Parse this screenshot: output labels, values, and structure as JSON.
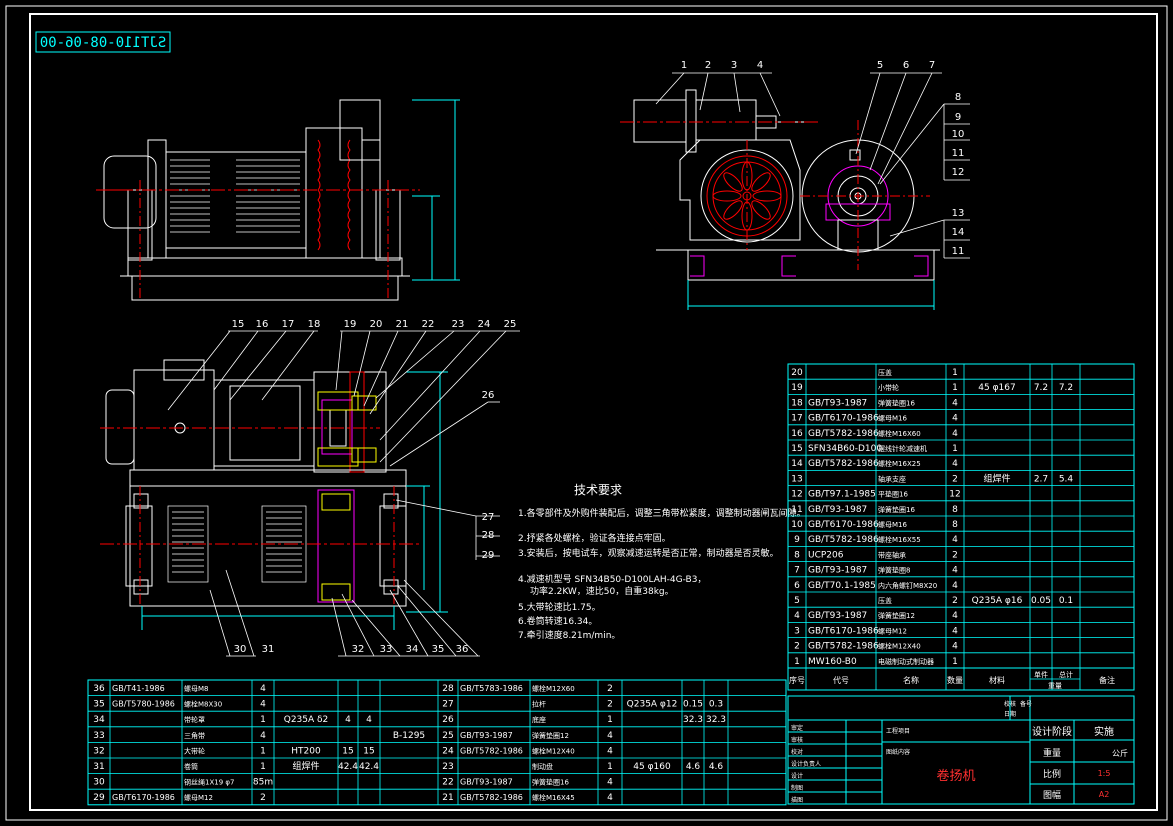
{
  "drawing_number": "SJT110-08-06-00",
  "title": "卷扬机",
  "colors": {
    "background": "#000000",
    "frame": "#ffffff",
    "table": "#00ffff",
    "outline": "#ffffff",
    "center_line": "#ff0000",
    "dimension": "#00ffff",
    "part_green": "#00ff00",
    "part_yellow": "#ffff00",
    "part_magenta": "#ff00ff",
    "text_green": "#00ff00",
    "text_white": "#ffffff",
    "text_red": "#ff3030"
  },
  "leader_numbers": {
    "top_right_view": [
      "1",
      "2",
      "3",
      "4",
      "5",
      "6",
      "7"
    ],
    "side_right_view": [
      "8",
      "9",
      "10",
      "11",
      "12",
      "13",
      "14",
      "11"
    ],
    "plan_top": [
      "15",
      "16",
      "17",
      "18",
      "19",
      "20",
      "21",
      "22",
      "23",
      "24",
      "25"
    ],
    "plan_right": [
      "26",
      "27",
      "28",
      "29"
    ],
    "plan_bottom": [
      "30",
      "31",
      "32",
      "33",
      "34",
      "35",
      "36"
    ]
  },
  "tech_requirements": {
    "heading": "技术要求",
    "items": [
      "1.各零部件及外购件装配后，调整三角带松紧度，调整制动器闸瓦间隙。",
      "2.抒紧各处螺栓，验证各连接点牢固。",
      "3.安装后，按电试车，观察减速运转是否正常，制动器是否灵敏。",
      "4.减速机型号 SFN34B50-D100LAH-4G-B3，",
      "功率2.2KW，速比50，自重38kg。",
      "5.大带轮速比1.75。",
      "6.卷筒转速16.34。",
      "7.牵引速度8.21m/min。"
    ]
  },
  "bom_right": {
    "rows": [
      {
        "no": "20",
        "code": "",
        "name": "压盖",
        "qty": "1",
        "material": "",
        "unit": "",
        "total": "",
        "remark": ""
      },
      {
        "no": "19",
        "code": "",
        "name": "小带轮",
        "qty": "1",
        "material": "45 φ167",
        "unit": "7.2",
        "total": "7.2",
        "remark": ""
      },
      {
        "no": "18",
        "code": "GB/T93-1987",
        "name": "弹簧垫圈16",
        "qty": "4",
        "material": "",
        "unit": "",
        "total": "",
        "remark": ""
      },
      {
        "no": "17",
        "code": "GB/T6170-1986",
        "name": "螺母M16",
        "qty": "4",
        "material": "",
        "unit": "",
        "total": "",
        "remark": ""
      },
      {
        "no": "16",
        "code": "GB/T5782-1986",
        "name": "螺栓M16X60",
        "qty": "4",
        "material": "",
        "unit": "",
        "total": "",
        "remark": ""
      },
      {
        "no": "15",
        "code": "SFN34B60-D100",
        "name": "摆线针轮减速机",
        "qty": "1",
        "material": "",
        "unit": "",
        "total": "",
        "remark": ""
      },
      {
        "no": "14",
        "code": "GB/T5782-1986",
        "name": "螺栓M16X25",
        "qty": "4",
        "material": "",
        "unit": "",
        "total": "",
        "remark": ""
      },
      {
        "no": "13",
        "code": "",
        "name": "轴承支座",
        "qty": "2",
        "material": "组焊件",
        "unit": "2.7",
        "total": "5.4",
        "remark": ""
      },
      {
        "no": "12",
        "code": "GB/T97.1-1985",
        "name": "平垫圈16",
        "qty": "12",
        "material": "",
        "unit": "",
        "total": "",
        "remark": ""
      },
      {
        "no": "11",
        "code": "GB/T93-1987",
        "name": "弹簧垫圈16",
        "qty": "8",
        "material": "",
        "unit": "",
        "total": "",
        "remark": ""
      },
      {
        "no": "10",
        "code": "GB/T6170-1986",
        "name": "螺母M16",
        "qty": "8",
        "material": "",
        "unit": "",
        "total": "",
        "remark": ""
      },
      {
        "no": "9",
        "code": "GB/T5782-1986",
        "name": "螺栓M16X55",
        "qty": "4",
        "material": "",
        "unit": "",
        "total": "",
        "remark": ""
      },
      {
        "no": "8",
        "code": "UCP206",
        "name": "带座轴承",
        "qty": "2",
        "material": "",
        "unit": "",
        "total": "",
        "remark": ""
      },
      {
        "no": "7",
        "code": "GB/T93-1987",
        "name": "弹簧垫圈8",
        "qty": "4",
        "material": "",
        "unit": "",
        "total": "",
        "remark": ""
      },
      {
        "no": "6",
        "code": "GB/T70.1-1985",
        "name": "内六角螺钉M8X20",
        "qty": "4",
        "material": "",
        "unit": "",
        "total": "",
        "remark": ""
      },
      {
        "no": "5",
        "code": "",
        "name": "压盖",
        "qty": "2",
        "material": "Q235A φ16",
        "unit": "0.05",
        "total": "0.1",
        "remark": ""
      },
      {
        "no": "4",
        "code": "GB/T93-1987",
        "name": "弹簧垫圈12",
        "qty": "4",
        "material": "",
        "unit": "",
        "total": "",
        "remark": ""
      },
      {
        "no": "3",
        "code": "GB/T6170-1986",
        "name": "螺母M12",
        "qty": "4",
        "material": "",
        "unit": "",
        "total": "",
        "remark": ""
      },
      {
        "no": "2",
        "code": "GB/T5782-1986",
        "name": "螺栓M12X40",
        "qty": "4",
        "material": "",
        "unit": "",
        "total": "",
        "remark": ""
      },
      {
        "no": "1",
        "code": "MW160-B0",
        "name": "电磁制动式制动器",
        "qty": "1",
        "material": "",
        "unit": "",
        "total": "",
        "remark": ""
      }
    ],
    "header": {
      "no": "序号",
      "code": "代号",
      "name": "名称",
      "qty": "数量",
      "material": "材料",
      "unit": "单件",
      "total": "总计",
      "weight": "重量",
      "remark": "备注"
    }
  },
  "bom_bottom_left": [
    {
      "no": "36",
      "code": "GB/T41-1986",
      "name": "螺母M8",
      "qty": "4",
      "material": "",
      "unit": "",
      "total": "",
      "remark": ""
    },
    {
      "no": "35",
      "code": "GB/T5780-1986",
      "name": "螺栓M8X30",
      "qty": "4",
      "material": "",
      "unit": "",
      "total": "",
      "remark": ""
    },
    {
      "no": "34",
      "code": "",
      "name": "带轮罩",
      "qty": "1",
      "material": "Q235A δ2",
      "unit": "4",
      "total": "4",
      "remark": ""
    },
    {
      "no": "33",
      "code": "",
      "name": "三角带",
      "qty": "4",
      "material": "",
      "unit": "",
      "total": "",
      "remark": "B-1295"
    },
    {
      "no": "32",
      "code": "",
      "name": "大带轮",
      "qty": "1",
      "material": "HT200",
      "unit": "15",
      "total": "15",
      "remark": ""
    },
    {
      "no": "31",
      "code": "",
      "name": "卷筒",
      "qty": "1",
      "material": "组焊件",
      "unit": "42.4",
      "total": "42.4",
      "remark": ""
    },
    {
      "no": "30",
      "code": "",
      "name": "钢丝绳1X19 φ7",
      "qty": "85m",
      "material": "",
      "unit": "",
      "total": "",
      "remark": ""
    },
    {
      "no": "29",
      "code": "GB/T6170-1986",
      "name": "螺母M12",
      "qty": "2",
      "material": "",
      "unit": "",
      "total": "",
      "remark": ""
    }
  ],
  "bom_bottom_mid": [
    {
      "no": "28",
      "code": "GB/T5783-1986",
      "name": "螺栓M12X60",
      "qty": "2",
      "material": "",
      "unit": "",
      "total": "",
      "remark": ""
    },
    {
      "no": "27",
      "code": "",
      "name": "拉杆",
      "qty": "2",
      "material": "Q235A φ12",
      "unit": "0.15",
      "total": "0.3",
      "remark": ""
    },
    {
      "no": "26",
      "code": "",
      "name": "底座",
      "qty": "1",
      "material": "",
      "unit": "32.3",
      "total": "32.3",
      "remark": ""
    },
    {
      "no": "25",
      "code": "GB/T93-1987",
      "name": "弹簧垫圈12",
      "qty": "4",
      "material": "",
      "unit": "",
      "total": "",
      "remark": ""
    },
    {
      "no": "24",
      "code": "GB/T5782-1986",
      "name": "螺栓M12X40",
      "qty": "4",
      "material": "",
      "unit": "",
      "total": "",
      "remark": ""
    },
    {
      "no": "23",
      "code": "",
      "name": "制动盘",
      "qty": "1",
      "material": "45 φ160",
      "unit": "4.6",
      "total": "4.6",
      "remark": ""
    },
    {
      "no": "22",
      "code": "GB/T93-1987",
      "name": "弹簧垫圈16",
      "qty": "4",
      "material": "",
      "unit": "",
      "total": "",
      "remark": ""
    },
    {
      "no": "21",
      "code": "GB/T5782-1986",
      "name": "螺栓M16X45",
      "qty": "4",
      "material": "",
      "unit": "",
      "total": "",
      "remark": ""
    }
  ],
  "title_block": {
    "project_label": "工程项目",
    "drawing_content_label": "图纸内容",
    "stage_label": "设计阶段",
    "stage_value": "实施",
    "weight_label": "重量",
    "weight_unit": "公斤",
    "scale_label": "比例",
    "scale_value": "1:5",
    "size_label": "图幅",
    "size_value": "A2",
    "remark_labels": [
      "校核",
      "备号",
      "日期"
    ],
    "roles": [
      "审定",
      "审核",
      "校对",
      "设计负责人",
      "设计",
      "制图",
      "描图"
    ]
  }
}
